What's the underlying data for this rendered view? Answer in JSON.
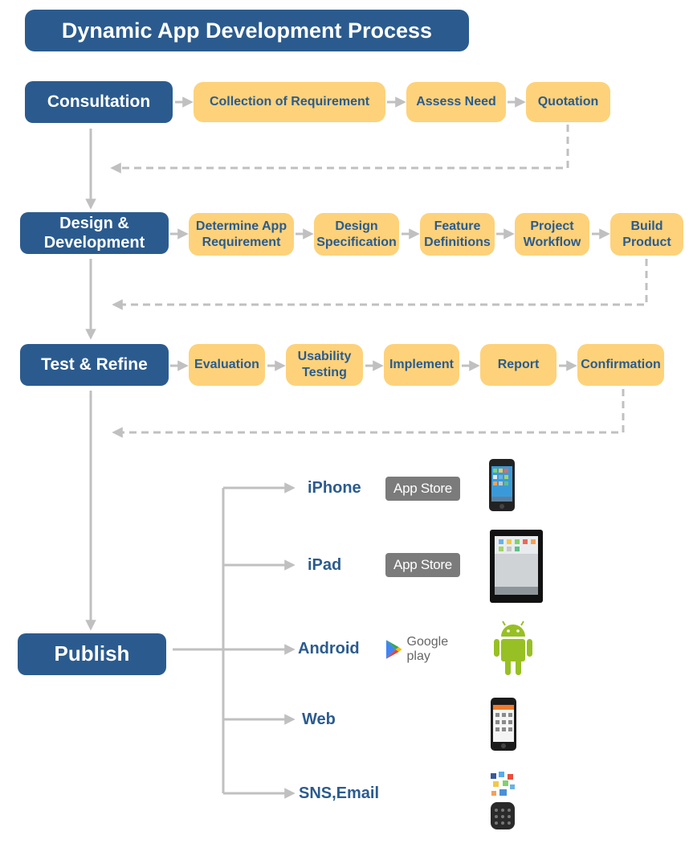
{
  "title": "Dynamic App Development Process",
  "phases": {
    "consultation": "Consultation",
    "design": "Design &\nDevelopment",
    "test": "Test & Refine",
    "publish": "Publish"
  },
  "row1": [
    "Collection of Requirement",
    "Assess Need",
    "Quotation"
  ],
  "row2": [
    "Determine App\nRequirement",
    "Design\nSpecification",
    "Feature\nDefinitions",
    "Project\nWorkflow",
    "Build\nProduct"
  ],
  "row3": [
    "Evaluation",
    "Usability\nTesting",
    "Implement",
    "Report",
    "Confirmation"
  ],
  "publish_targets": [
    "iPhone",
    "iPad",
    "Android",
    "Web",
    "SNS,Email"
  ],
  "stores": {
    "app_store": "App Store",
    "google_play": "Google play"
  },
  "colors": {
    "phase": "#2b5b8e",
    "step": "#fdd27a",
    "arrow": "#c0c0c0"
  }
}
